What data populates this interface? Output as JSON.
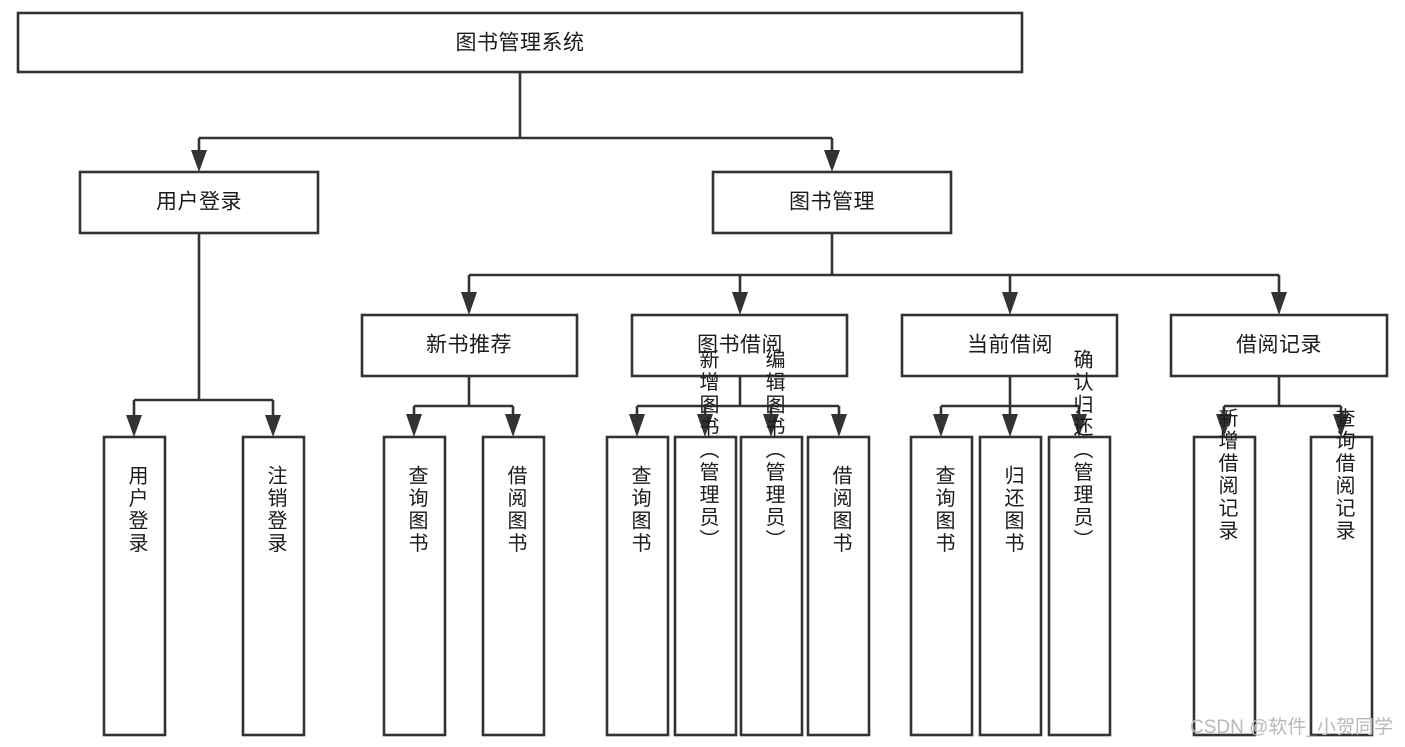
{
  "diagram": {
    "title": "图书管理系统",
    "type": "tree-hierarchy-diagram",
    "colors": {
      "box_stroke": "#333333",
      "box_fill": "#ffffff",
      "text": "#1b1b1b",
      "background": "#ffffff",
      "watermark": "#b9b9b9"
    },
    "root": {
      "label": "图书管理系统"
    },
    "level2": [
      {
        "label": "用户登录"
      },
      {
        "label": "图书管理"
      }
    ],
    "level3": [
      {
        "label": "新书推荐"
      },
      {
        "label": "图书借阅"
      },
      {
        "label": "当前借阅"
      },
      {
        "label": "借阅记录"
      }
    ],
    "leaves": {
      "user_login": [
        {
          "label": "用户登录"
        },
        {
          "label": "注销登录"
        }
      ],
      "new_book_recommend": [
        {
          "label": "查询图书"
        },
        {
          "label": "借阅图书"
        }
      ],
      "book_borrow": [
        {
          "label": "查询图书"
        },
        {
          "label": "新增图书（管理员）"
        },
        {
          "label": "编辑图书（管理员）"
        },
        {
          "label": "借阅图书"
        }
      ],
      "current_borrow": [
        {
          "label": "查询图书"
        },
        {
          "label": "归还图书"
        },
        {
          "label": "确认归还（管理员）"
        }
      ],
      "borrow_record": [
        {
          "label": "新增借阅记录"
        },
        {
          "label": "查询借阅记录"
        }
      ]
    }
  },
  "watermark": {
    "text": "CSDN @软件_小贺同学"
  }
}
